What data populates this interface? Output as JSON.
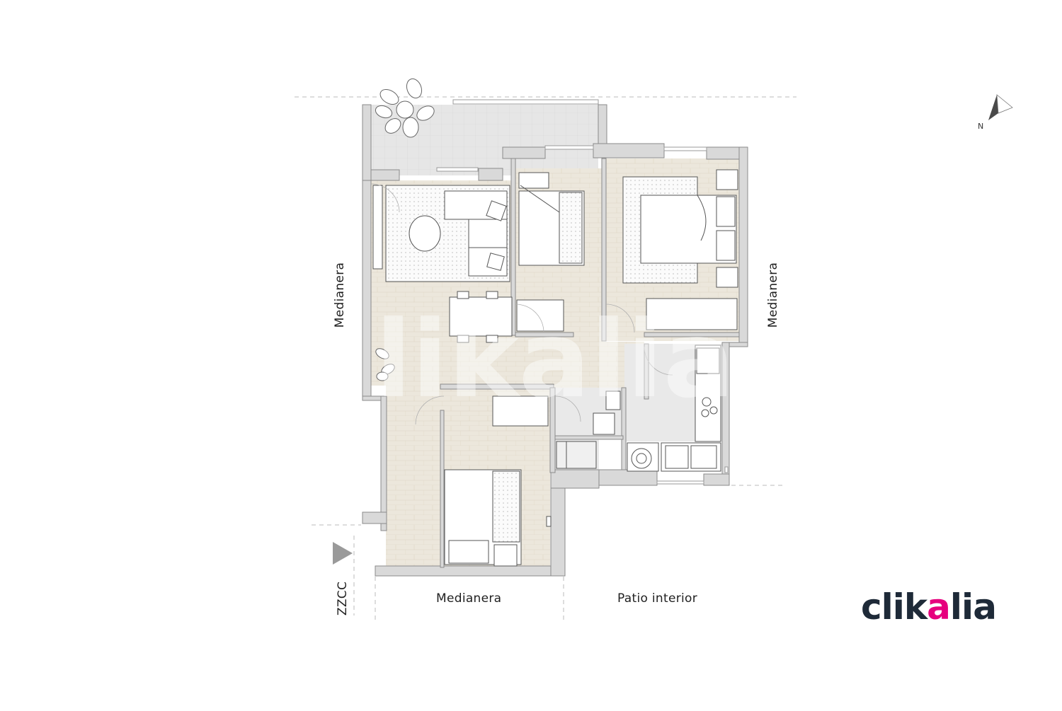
{
  "labels": {
    "medianera_left": "Medianera",
    "medianera_right": "Medianera",
    "medianera_bottom": "Medianera",
    "patio": "Patio interior",
    "zzcc": "ZZCC",
    "north": "N"
  },
  "logo": {
    "before": "clik",
    "accent": "a",
    "after": "lia"
  },
  "colors": {
    "wall": "#d9d9d9",
    "wall_stroke": "#8a8a8a",
    "floor_wood": "#ece7dc",
    "floor_tile": "#e9e9e9",
    "terrace": "#e6e6e6",
    "furniture_stroke": "#555555",
    "logo_text": "#1e2a38",
    "logo_accent": "#e6007e"
  },
  "icons": [
    "north-arrow-icon",
    "entrance-arrow-icon",
    "plant-icon",
    "logo-house-icon"
  ]
}
